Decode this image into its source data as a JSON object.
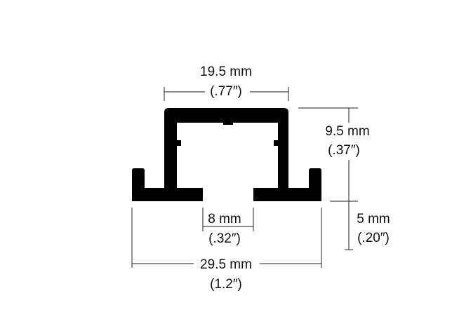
{
  "diagram": {
    "colors": {
      "profile": "#000000",
      "lines": "#222222",
      "text": "#111111",
      "background": "#ffffff"
    },
    "dimensions": {
      "top_width": {
        "metric": "19.5 mm",
        "imperial": "(.77″)"
      },
      "upper_height": {
        "metric": "9.5 mm",
        "imperial": "(.37″)"
      },
      "lower_height": {
        "metric": "5 mm",
        "imperial": "(.20″)"
      },
      "slot_width": {
        "metric": "8 mm",
        "imperial": "(.32″)"
      },
      "total_width": {
        "metric": "29.5 mm",
        "imperial": "(1.2″)"
      }
    }
  }
}
